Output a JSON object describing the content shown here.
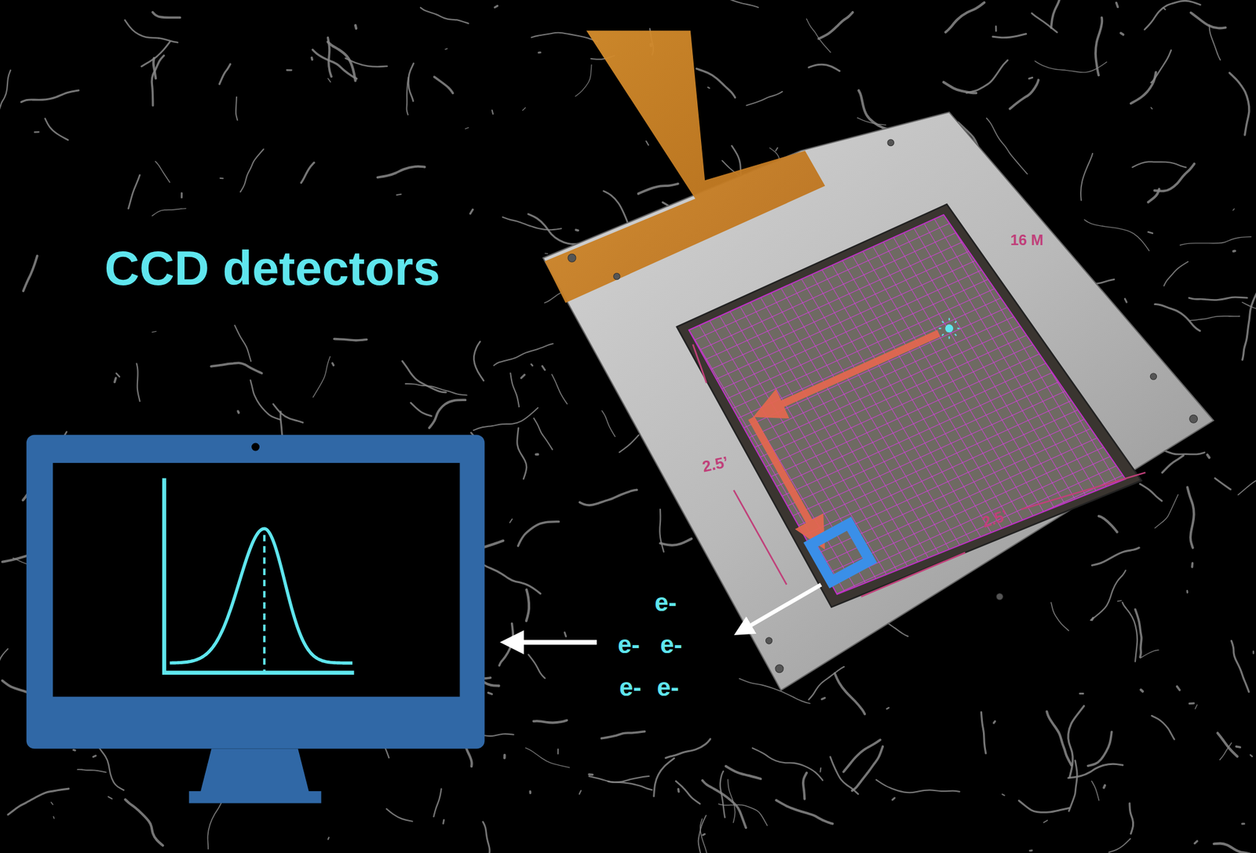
{
  "diagram": {
    "title": "CCD detectors",
    "labels": [
      "16 M",
      "2.5’",
      "2.5’",
      "e-",
      "e-",
      "e-",
      "e-",
      "e-"
    ]
  }
}
